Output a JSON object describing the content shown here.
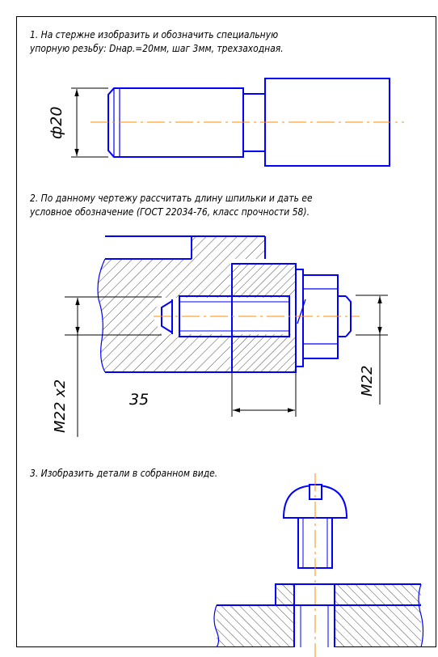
{
  "task1": {
    "line1": "1. На стержне изобразить и обозначить специальную",
    "line2": "упорную резьбу: Dнар.=20мм, шаг 3мм, трехзаходная.",
    "dim_diameter": "ф20"
  },
  "task2": {
    "line1": "2. По данному чертежу рассчитать длину шпильки и дать ее",
    "line2": "условное обозначение (ГОСТ 22034-76, класс прочности 58).",
    "dim_left": "M22 x2",
    "dim_depth": "35",
    "dim_right": "M22"
  },
  "task3": {
    "line1": "3. Изобразить детали в собранном виде."
  },
  "colors": {
    "outline": "#0000ff",
    "centerline": "#ff8c00",
    "dimension": "#000000"
  }
}
